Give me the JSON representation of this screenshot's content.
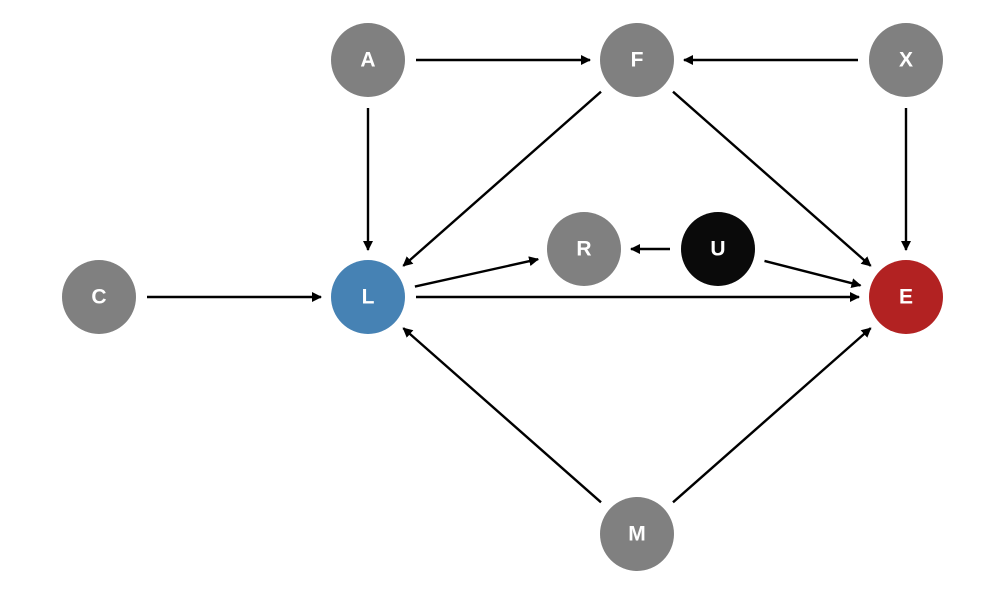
{
  "nodes": [
    {
      "id": "A",
      "label": "A",
      "role": "other"
    },
    {
      "id": "F",
      "label": "F",
      "role": "other"
    },
    {
      "id": "X",
      "label": "X",
      "role": "other"
    },
    {
      "id": "C",
      "label": "C",
      "role": "other"
    },
    {
      "id": "L",
      "label": "L",
      "role": "exposure"
    },
    {
      "id": "R",
      "label": "R",
      "role": "other"
    },
    {
      "id": "U",
      "label": "U",
      "role": "unobserved"
    },
    {
      "id": "E",
      "label": "E",
      "role": "outcome"
    },
    {
      "id": "M",
      "label": "M",
      "role": "other"
    }
  ],
  "edges": [
    {
      "from": "A",
      "to": "F"
    },
    {
      "from": "X",
      "to": "F"
    },
    {
      "from": "A",
      "to": "L"
    },
    {
      "from": "F",
      "to": "L"
    },
    {
      "from": "F",
      "to": "E"
    },
    {
      "from": "X",
      "to": "E"
    },
    {
      "from": "C",
      "to": "L"
    },
    {
      "from": "L",
      "to": "R"
    },
    {
      "from": "U",
      "to": "R"
    },
    {
      "from": "U",
      "to": "E"
    },
    {
      "from": "L",
      "to": "E"
    },
    {
      "from": "M",
      "to": "L"
    },
    {
      "from": "M",
      "to": "E"
    }
  ],
  "colors": {
    "other": "#808080",
    "exposure": "#4682b4",
    "outcome": "#b22222",
    "unobserved": "#0a0a0a",
    "edge": "#000000",
    "label": "#ffffff"
  }
}
